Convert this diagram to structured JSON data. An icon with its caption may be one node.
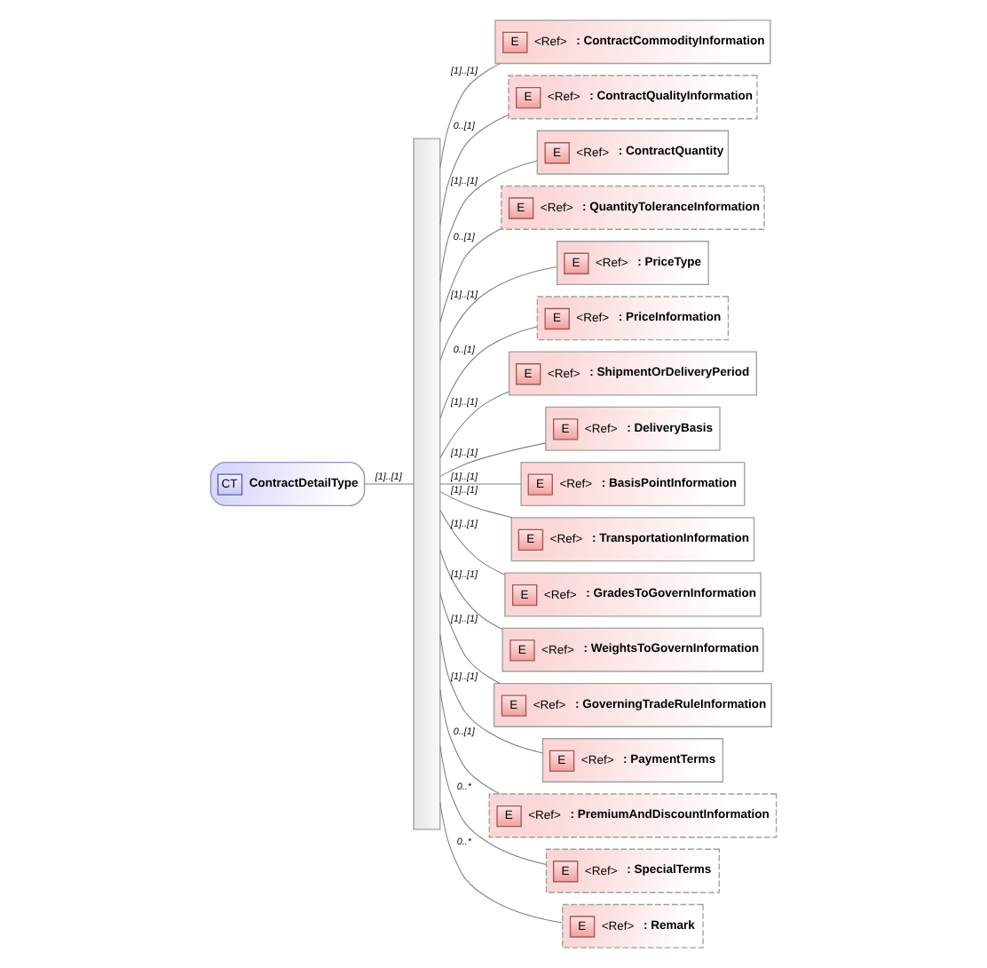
{
  "diagram": {
    "nodes": [
      {
        "text": [
          "CT",
          "ContractDetailType"
        ]
      },
      {
        "text": [],
        "shape": "bar"
      },
      {
        "text": [
          "E",
          "<Ref>",
          ": ContractCommodityInformation"
        ]
      },
      {
        "text": [
          "E",
          "<Ref>",
          ": ContractQualityInformation"
        ]
      },
      {
        "text": [
          "E",
          "<Ref>",
          ": ContractQuantity"
        ]
      },
      {
        "text": [
          "E",
          "<Ref>",
          ": QuantityToleranceInformation"
        ]
      },
      {
        "text": [
          "E",
          "<Ref>",
          ": PriceType"
        ]
      },
      {
        "text": [
          "E",
          "<Ref>",
          ": PriceInformation"
        ]
      },
      {
        "text": [
          "E",
          "<Ref>",
          ": ShipmentOrDeliveryPeriod"
        ]
      },
      {
        "text": [
          "E",
          "<Ref>",
          ": DeliveryBasis"
        ]
      },
      {
        "text": [
          "E",
          "<Ref>",
          ": BasisPointInformation"
        ]
      },
      {
        "text": [
          "E",
          "<Ref>",
          ": TransportationInformation"
        ]
      },
      {
        "text": [
          "E",
          "<Ref>",
          ": GradesToGovernInformation"
        ]
      },
      {
        "text": [
          "E",
          "<Ref>",
          ": WeightsToGovernInformation"
        ]
      },
      {
        "text": [
          "E",
          "<Ref>",
          ": GoverningTradeRuleInformation"
        ]
      },
      {
        "text": [
          "E",
          "<Ref>",
          ": PaymentTerms"
        ]
      },
      {
        "text": [
          "E",
          "<Ref>",
          ": PremiumAndDiscountInformation"
        ]
      },
      {
        "text": [
          "E",
          "<Ref>",
          ": SpecialTerms"
        ]
      },
      {
        "text": [
          "E",
          "<Ref>",
          ": Remark"
        ]
      }
    ],
    "edges": [
      {
        "from": 0,
        "to": 1,
        "arrow": "none",
        "label": "[1]..[1]"
      },
      {
        "from": 1,
        "to": 2,
        "arrow": "none",
        "label": "[1]..[1]"
      },
      {
        "from": 1,
        "to": 3,
        "arrow": "none",
        "label": "0..[1]"
      },
      {
        "from": 1,
        "to": 4,
        "arrow": "none",
        "label": "[1]..[1]"
      },
      {
        "from": 1,
        "to": 5,
        "arrow": "none",
        "label": "0..[1]"
      },
      {
        "from": 1,
        "to": 6,
        "arrow": "none",
        "label": "[1]..[1]"
      },
      {
        "from": 1,
        "to": 7,
        "arrow": "none",
        "label": "0..[1]"
      },
      {
        "from": 1,
        "to": 8,
        "arrow": "none",
        "label": "[1]..[1]"
      },
      {
        "from": 1,
        "to": 9,
        "arrow": "none",
        "label": "[1]..[1]"
      },
      {
        "from": 1,
        "to": 10,
        "arrow": "none",
        "label": "[1]..[1]"
      },
      {
        "from": 1,
        "to": 11,
        "arrow": "none",
        "label": "[1]..[1]"
      },
      {
        "from": 1,
        "to": 12,
        "arrow": "none",
        "label": "[1]..[1]"
      },
      {
        "from": 1,
        "to": 13,
        "arrow": "none",
        "label": "[1]..[1]"
      },
      {
        "from": 1,
        "to": 14,
        "arrow": "none",
        "label": "[1]..[1]"
      },
      {
        "from": 1,
        "to": 15,
        "arrow": "none",
        "label": "[1]..[1]"
      },
      {
        "from": 1,
        "to": 16,
        "arrow": "none",
        "label": "0..[1]"
      },
      {
        "from": 1,
        "to": 17,
        "arrow": "none",
        "label": "0..*"
      },
      {
        "from": 1,
        "to": 18,
        "arrow": "none",
        "label": "0..*"
      }
    ]
  }
}
